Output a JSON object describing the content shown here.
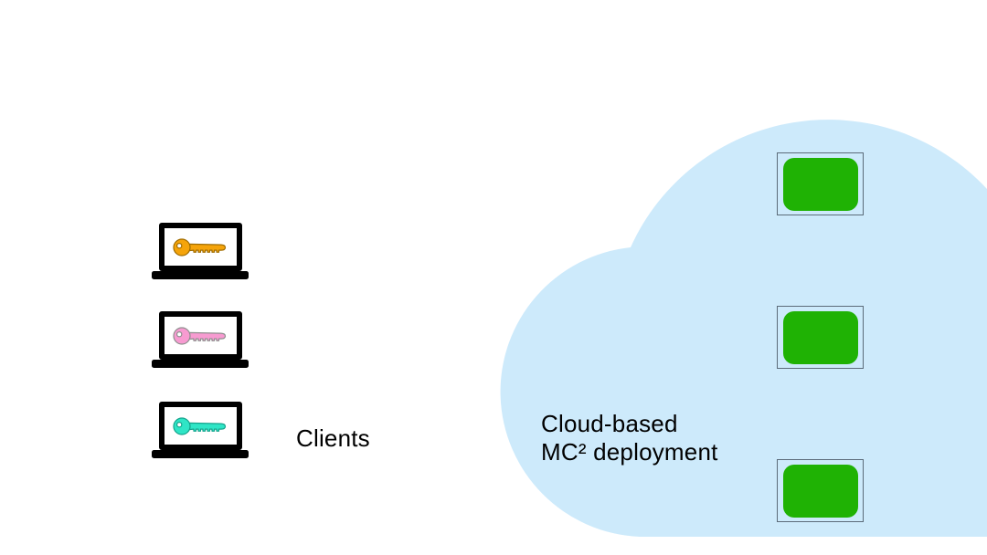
{
  "diagram": {
    "background": "#ffffff",
    "text_color": "#000000",
    "clients": {
      "label": "Clients",
      "laptop_color": "#000000",
      "screen_color": "#ffffff",
      "laptops": [
        {
          "id": "client-laptop-1",
          "key_name": "orange-key",
          "key_fill": "#f5a40a",
          "key_stroke": "#a06c00"
        },
        {
          "id": "client-laptop-2",
          "key_name": "pink-key",
          "key_fill": "#f79bd1",
          "key_stroke": "#8f8f8f"
        },
        {
          "id": "client-laptop-3",
          "key_name": "teal-key",
          "key_fill": "#2fe5c6",
          "key_stroke": "#14a38c"
        }
      ]
    },
    "cloud": {
      "fill": "#cdeafb",
      "label": {
        "line1": "Cloud-based",
        "line2": "MC² deployment"
      },
      "servers": [
        {
          "id": "enclave-server-1",
          "fill": "#1fb204",
          "border": "#5b6b79"
        },
        {
          "id": "enclave-server-2",
          "fill": "#1fb204",
          "border": "#5b6b79"
        },
        {
          "id": "enclave-server-3",
          "fill": "#1fb204",
          "border": "#5b6b79"
        }
      ]
    }
  }
}
